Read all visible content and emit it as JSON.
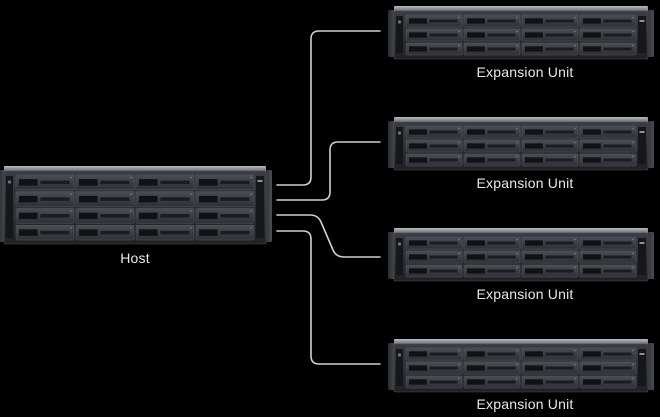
{
  "host": {
    "label": "Host",
    "device_icon": "rackmount-nas-icon"
  },
  "expansion_units": [
    {
      "label": "Expansion Unit",
      "device_icon": "expansion-unit-icon"
    },
    {
      "label": "Expansion Unit",
      "device_icon": "expansion-unit-icon"
    },
    {
      "label": "Expansion Unit",
      "device_icon": "expansion-unit-icon"
    },
    {
      "label": "Expansion Unit",
      "device_icon": "expansion-unit-icon"
    }
  ],
  "colors": {
    "background": "#000000",
    "chassis": "#2a2c30",
    "chassis_highlight": "#8e9299",
    "drive_bay": "#3c3f44",
    "drive_slot": "#15161a",
    "connector": "#d0d0d0",
    "text": "#e8e8e8"
  }
}
